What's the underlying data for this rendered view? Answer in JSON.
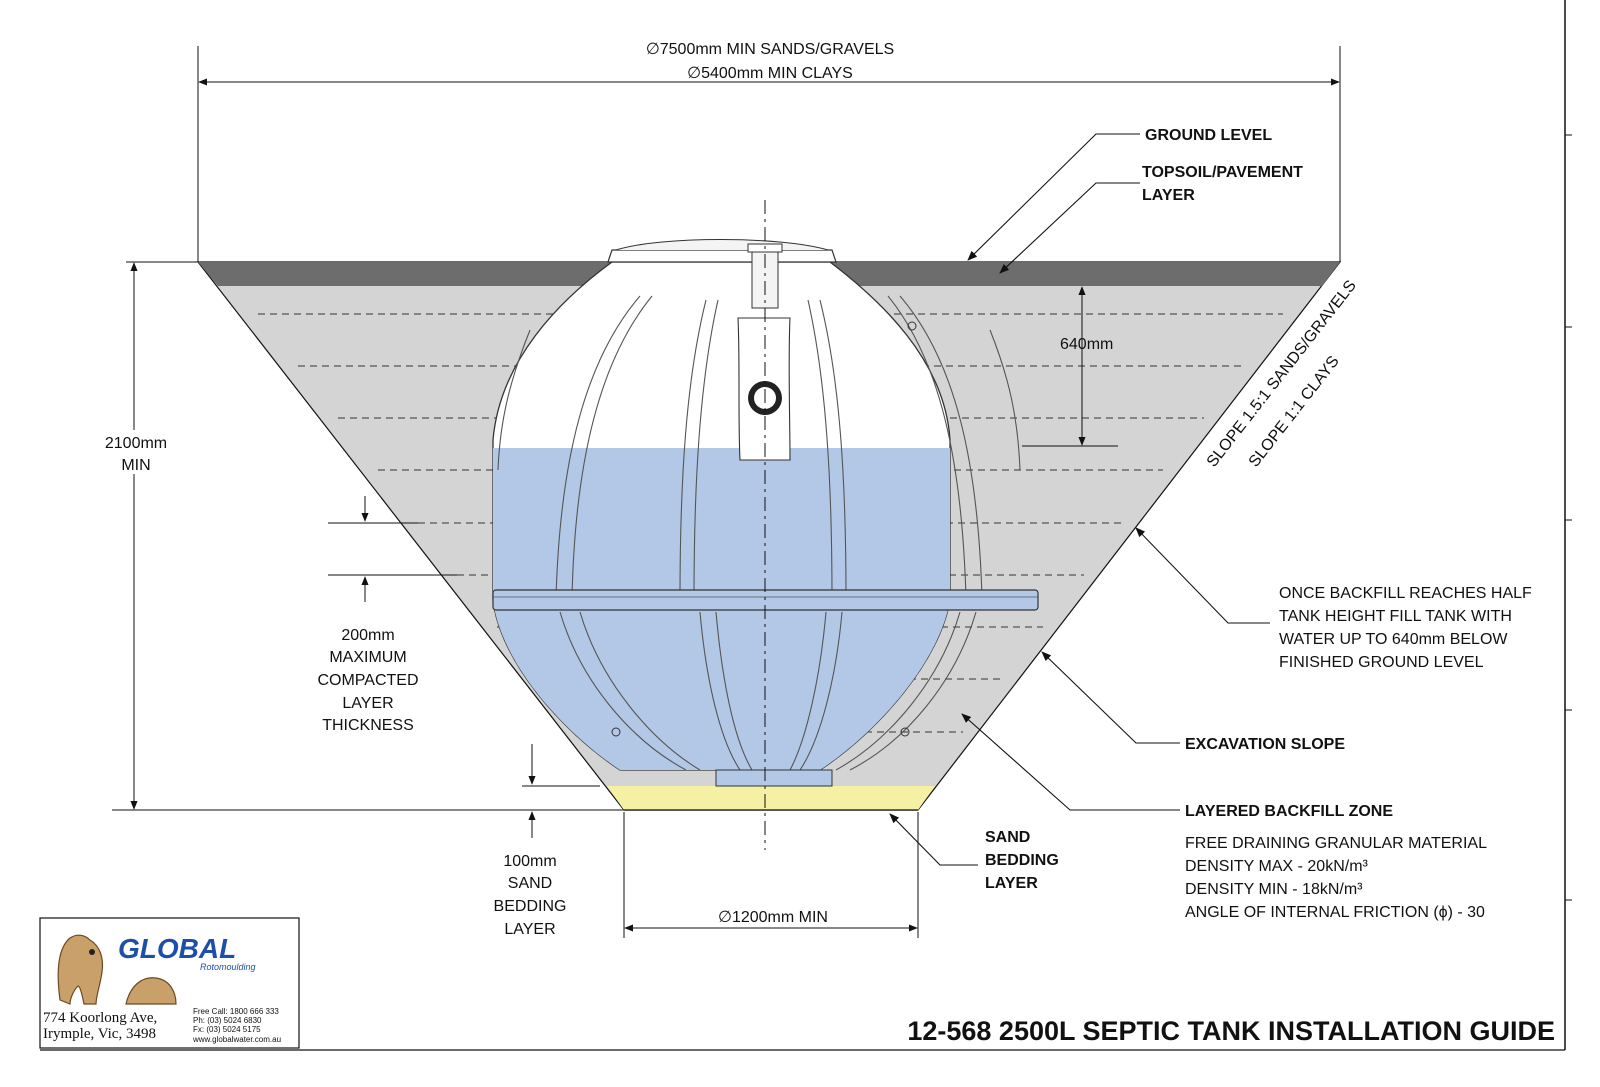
{
  "title": "12-568 2500L SEPTIC TANK INSTALLATION GUIDE",
  "dimensions": {
    "top_width_sands": "∅7500mm MIN SANDS/GRAVELS",
    "top_width_clays": "∅5400mm MIN CLAYS",
    "depth_line1": "2100mm",
    "depth_line2": "MIN",
    "water_below_ground": "640mm",
    "slope_line1": "SLOPE 1.5:1 SANDS/GRAVELS",
    "slope_line2": "SLOPE 1:1 CLAYS",
    "bottom_width": "∅1200mm MIN"
  },
  "layer_note": [
    "200mm",
    "MAXIMUM",
    "COMPACTED",
    "LAYER",
    "THICKNESS"
  ],
  "sand_note": [
    "100mm",
    "SAND",
    "BEDDING",
    "LAYER"
  ],
  "labels": {
    "ground_level": "GROUND LEVEL",
    "topsoil_1": "TOPSOIL/PAVEMENT",
    "topsoil_2": "LAYER",
    "backfill_note": [
      "ONCE BACKFILL REACHES HALF",
      "TANK HEIGHT FILL TANK  WITH",
      "WATER UP TO 640mm BELOW",
      "FINISHED GROUND LEVEL"
    ],
    "excavation_slope": "EXCAVATION SLOPE",
    "layered_backfill": "LAYERED BACKFILL ZONE",
    "backfill_spec": [
      "FREE DRAINING GRANULAR MATERIAL",
      "DENSITY MAX - 20kN/m³",
      "DENSITY MIN - 18kN/m³",
      "ANGLE OF INTERNAL FRICTION (ϕ)  - 30"
    ],
    "sand_bedding": [
      "SAND",
      "BEDDING",
      "LAYER"
    ]
  },
  "logo": {
    "brand": "GLOBAL",
    "sub": "Rotomoulding",
    "address_1": "774 Koorlong Ave,",
    "address_2": "Irymple, Vic, 3498",
    "contact": [
      "Free Call:   1800 666 333",
      "Ph:            (03) 5024 6830",
      "Fx:            (03) 5024 5175",
      "www.globalwater.com.au"
    ]
  },
  "colors": {
    "backfill": "#d4d4d4",
    "ground": "#6d6d6d",
    "water": "#b3c8e6",
    "sand": "#f6f0a4",
    "brand": "#1e4fa8"
  }
}
